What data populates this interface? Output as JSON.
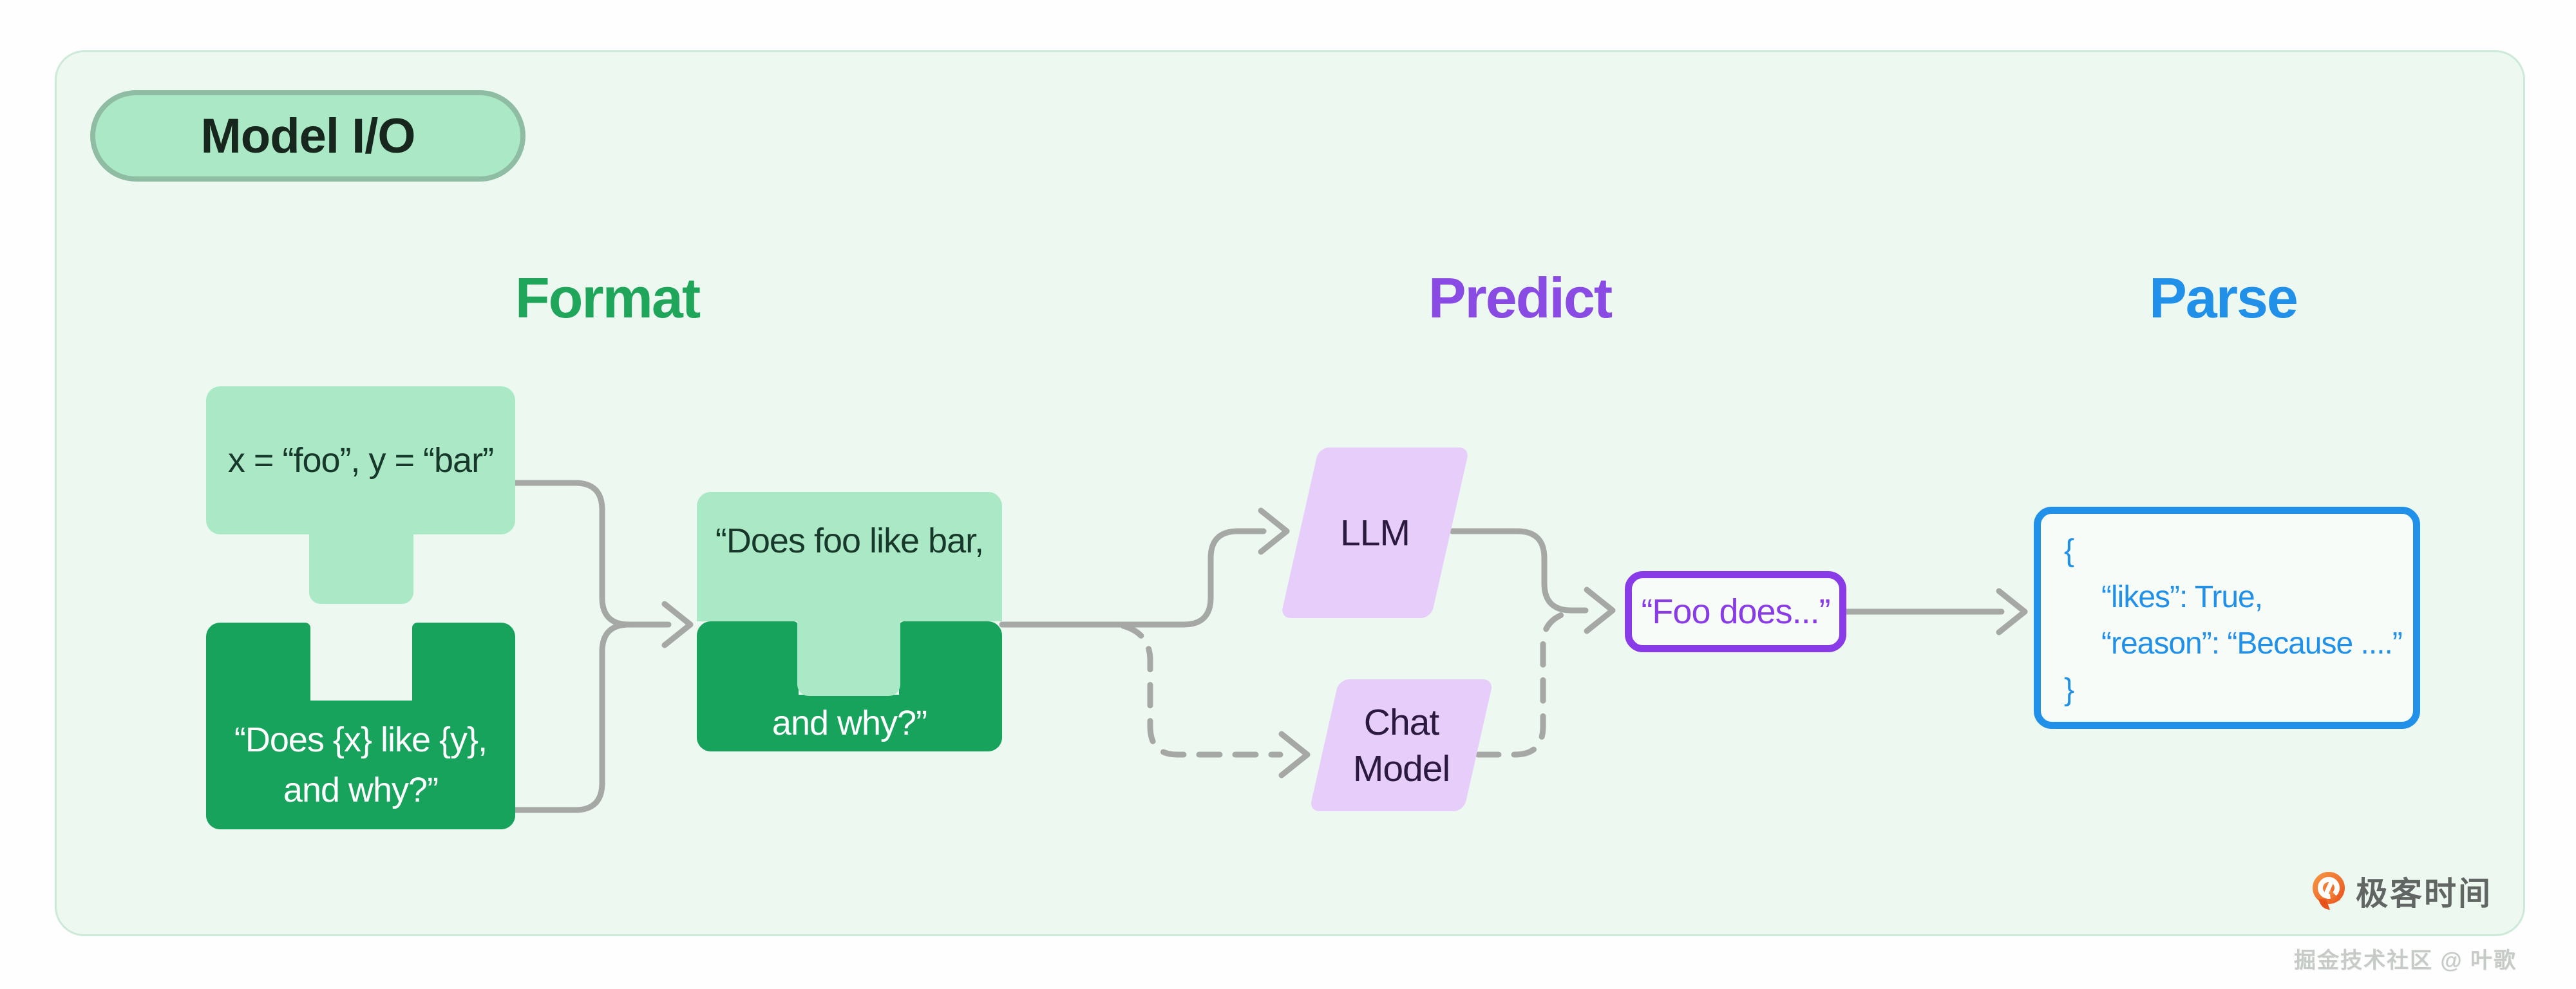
{
  "panel": {
    "badge_label": "Model I/O",
    "logo_text": "极客时间"
  },
  "page": {
    "watermark": "掘金技术社区 @ 叶歌"
  },
  "headers": {
    "format": "Format",
    "predict": "Predict",
    "parse": "Parse"
  },
  "format_stage": {
    "values_box": "x = “foo”, y = “bar”",
    "template_line1": "“Does {x} like {y},",
    "template_line2": "and why?”",
    "merged_line1": "“Does foo like bar,",
    "merged_line2": "and why?”"
  },
  "predict_stage": {
    "llm_label": "LLM",
    "chat_line1": "Chat",
    "chat_line2": "Model",
    "output_text": "“Foo does...”"
  },
  "parse_stage": {
    "json_line1": "{",
    "json_line2": "“likes”: True,",
    "json_line3": "“reason”: “Because ....”",
    "json_line4": "}"
  },
  "colors": {
    "panel_bg": "#edf8f1",
    "panel_border": "#cde9d8",
    "light_green": "#abe9c6",
    "dark_green": "#17a35c",
    "format_green": "#1fa65b",
    "predict_purple": "#8a4be4",
    "parse_blue": "#2090e9",
    "output_purple": "#8a3be8",
    "parallelogram_purple": "#e7cdf9",
    "arrow_gray": "#a6a8a6",
    "logo_orange": "#ec6420"
  }
}
